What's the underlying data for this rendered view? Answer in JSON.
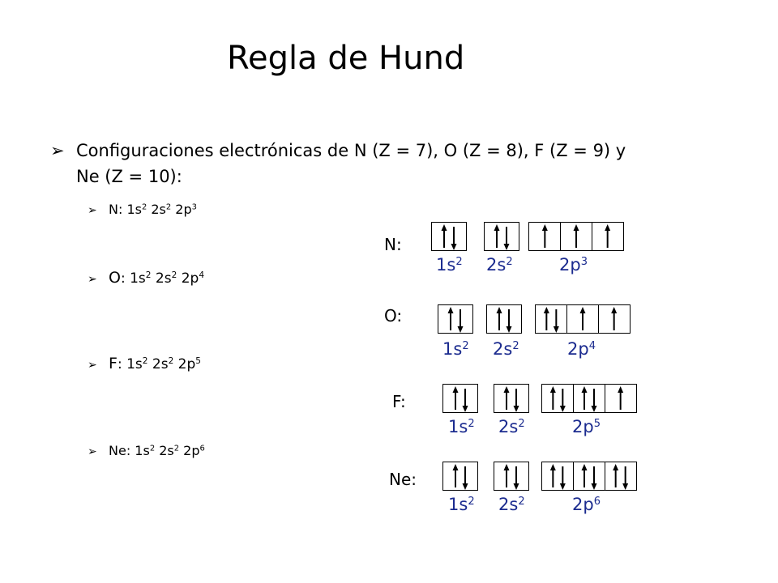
{
  "title": "Regla de Hund",
  "intro": {
    "marker": "➢",
    "text": "Configuraciones electrónicas de N (Z = 7), O (Z = 8), F (Z = 9) y Ne (Z = 10):"
  },
  "sub_marker": "➢",
  "elements": [
    {
      "symbol": "N",
      "diagram_label": "N:",
      "config_parts": [
        {
          "base": "1s",
          "exp": "2"
        },
        {
          "base": "2s",
          "exp": "2"
        },
        {
          "base": "2p",
          "exp": "3"
        }
      ],
      "orbitals": {
        "1s": [
          "ud"
        ],
        "2s": [
          "ud"
        ],
        "2p": [
          "u",
          "u",
          "u"
        ]
      }
    },
    {
      "symbol": "O",
      "diagram_label": "O:",
      "config_parts": [
        {
          "base": "1s",
          "exp": "2"
        },
        {
          "base": "2s",
          "exp": "2"
        },
        {
          "base": "2p",
          "exp": "4"
        }
      ],
      "orbitals": {
        "1s": [
          "ud"
        ],
        "2s": [
          "ud"
        ],
        "2p": [
          "ud",
          "u",
          "u"
        ]
      }
    },
    {
      "symbol": "F",
      "diagram_label": "F:",
      "config_parts": [
        {
          "base": "1s",
          "exp": "2"
        },
        {
          "base": "2s",
          "exp": "2"
        },
        {
          "base": "2p",
          "exp": "5"
        }
      ],
      "orbitals": {
        "1s": [
          "ud"
        ],
        "2s": [
          "ud"
        ],
        "2p": [
          "ud",
          "ud",
          "u"
        ]
      }
    },
    {
      "symbol": "Ne",
      "diagram_label": "Ne:",
      "config_parts": [
        {
          "base": "1s",
          "exp": "2"
        },
        {
          "base": "2s",
          "exp": "2"
        },
        {
          "base": "2p",
          "exp": "6"
        }
      ],
      "orbitals": {
        "1s": [
          "ud"
        ],
        "2s": [
          "ud"
        ],
        "2p": [
          "ud",
          "ud",
          "ud"
        ]
      }
    }
  ],
  "colors": {
    "label_blue": "#1b2b8f",
    "text": "#000000"
  }
}
